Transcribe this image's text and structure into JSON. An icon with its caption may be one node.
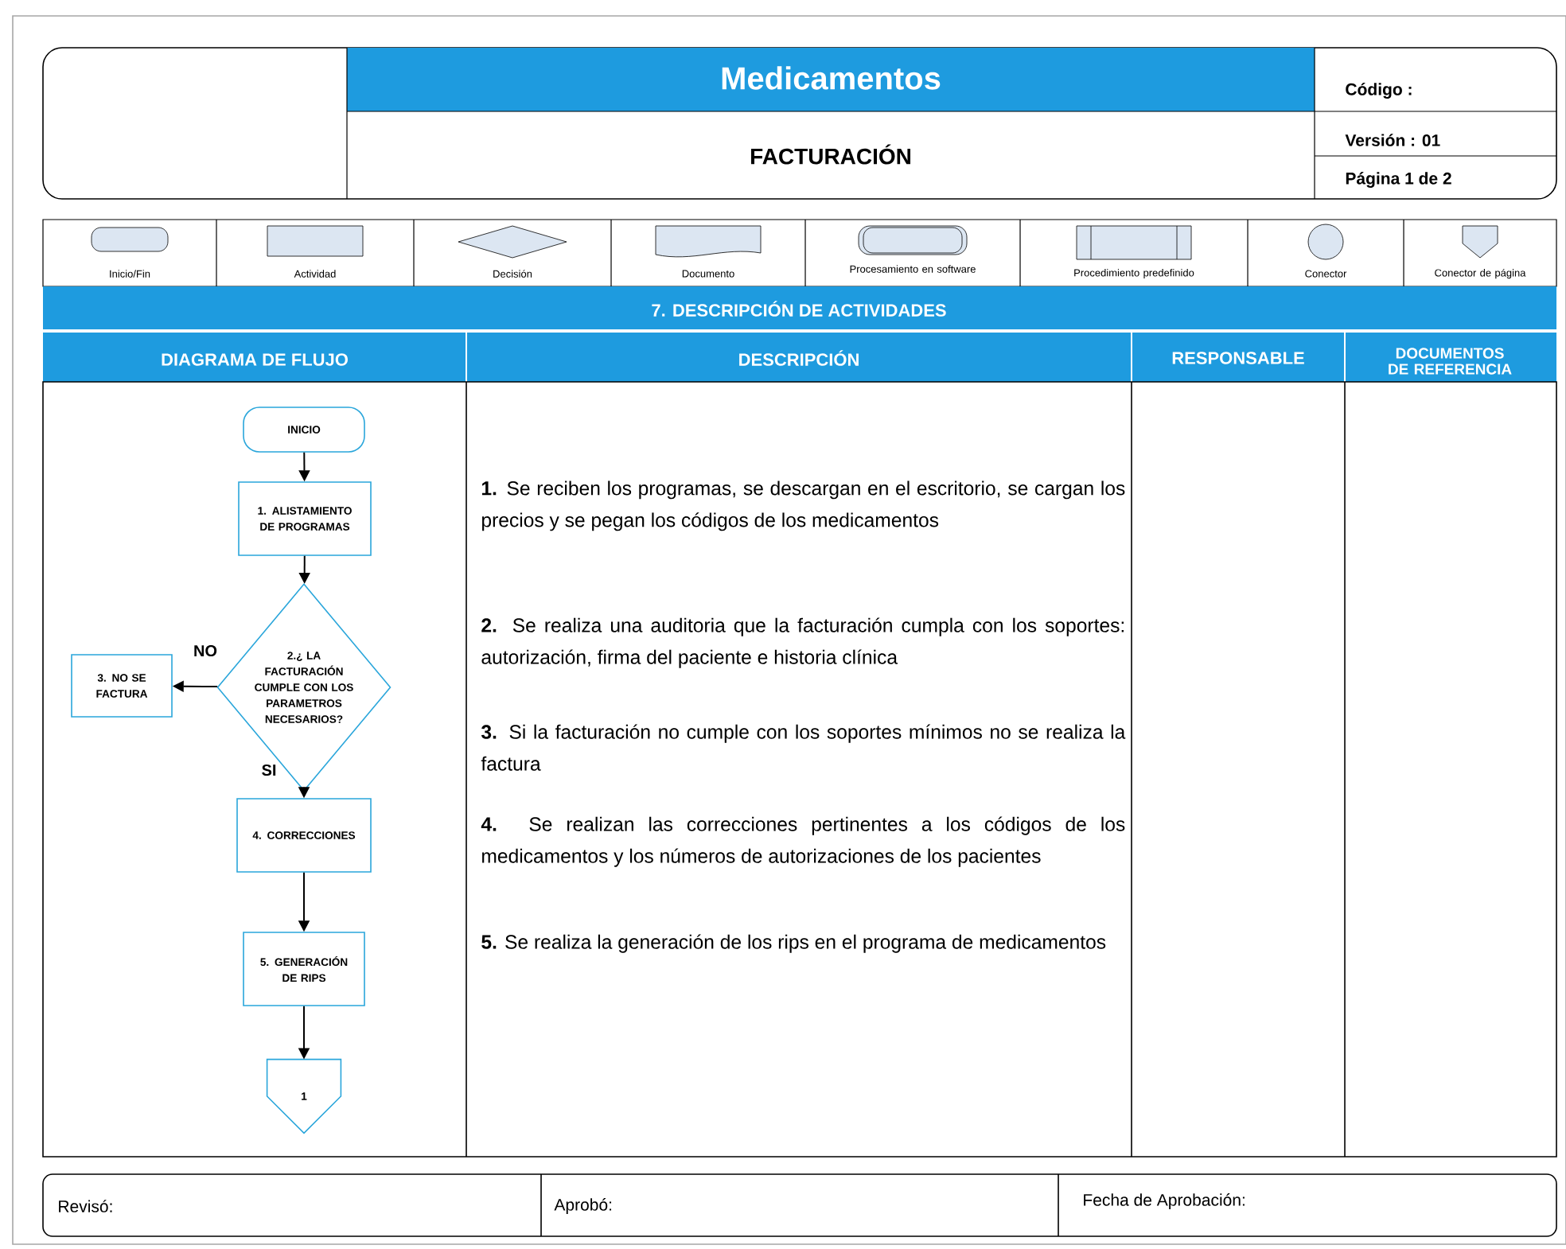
{
  "diagram": {
    "nodes": [
      {
        "text": [
          "INICIO"
        ]
      },
      {
        "text": [
          "1. ALISTAMIENTO DE PROGRAMAS"
        ]
      },
      {
        "text": [
          "2.¿ LA FACTURACIÓN CUMPLE CON LOS PARAMETROS NECESARIOS?"
        ]
      },
      {
        "text": [
          "3. NO SE FACTURA"
        ]
      },
      {
        "text": [
          "4. CORRECCIONES"
        ]
      },
      {
        "text": [
          "5. GENERACIÓN DE RIPS"
        ]
      },
      {
        "text": [
          "1"
        ]
      }
    ],
    "edges": [
      {
        "from": 0,
        "to": 1,
        "arrow": "to"
      },
      {
        "from": 1,
        "to": 2,
        "arrow": "to"
      },
      {
        "from": 2,
        "to": 3,
        "arrow": "to",
        "label": "NO"
      },
      {
        "from": 2,
        "to": 4,
        "arrow": "to",
        "label": "SI"
      },
      {
        "from": 4,
        "to": 5,
        "arrow": "to"
      },
      {
        "from": 5,
        "to": 6,
        "arrow": "to"
      }
    ],
    "labels": [
      "Medicamentos",
      "Código :",
      "FACTURACIÓN",
      "Versión : 01",
      "Página 1 de 2",
      "7. DESCRIPCIÓN DE ACTIVIDADES",
      "DIAGRAMA DE FLUJO",
      "DESCRIPCIÓN",
      "RESPONSABLE",
      "DOCUMENTOS DE REFERENCIA",
      "**1.** Se reciben los programas, se descargan en el escritorio, se cargan los precios y se pegan los códigos de los medicamentos",
      "**2.** Se realiza una auditoria que la facturación cumpla con los soportes: autorización, firma del paciente e historia clínica",
      "**3.** Si la facturación no cumple con los soportes mínimos no se realiza la factura",
      "**4.** Se realizan las correcciones pertinentes a los códigos de los medicamentos y los números de autorizaciones de los pacientes",
      "**5.** Se realiza la generación de los rips en el programa de medicamentos",
      "Revisó:",
      "Aprobó:",
      "Fecha de Aprobación:"
    ],
    "legend": [
      {
        "text": "Inicio/Fin"
      },
      {
        "text": "Actividad"
      },
      {
        "text": "Decisión"
      },
      {
        "text": "Documento"
      },
      {
        "text": "Procesamiento en software"
      },
      {
        "text": "Procedimiento predefinido"
      },
      {
        "text": "Conector"
      },
      {
        "text": "Conector de página"
      }
    ]
  }
}
